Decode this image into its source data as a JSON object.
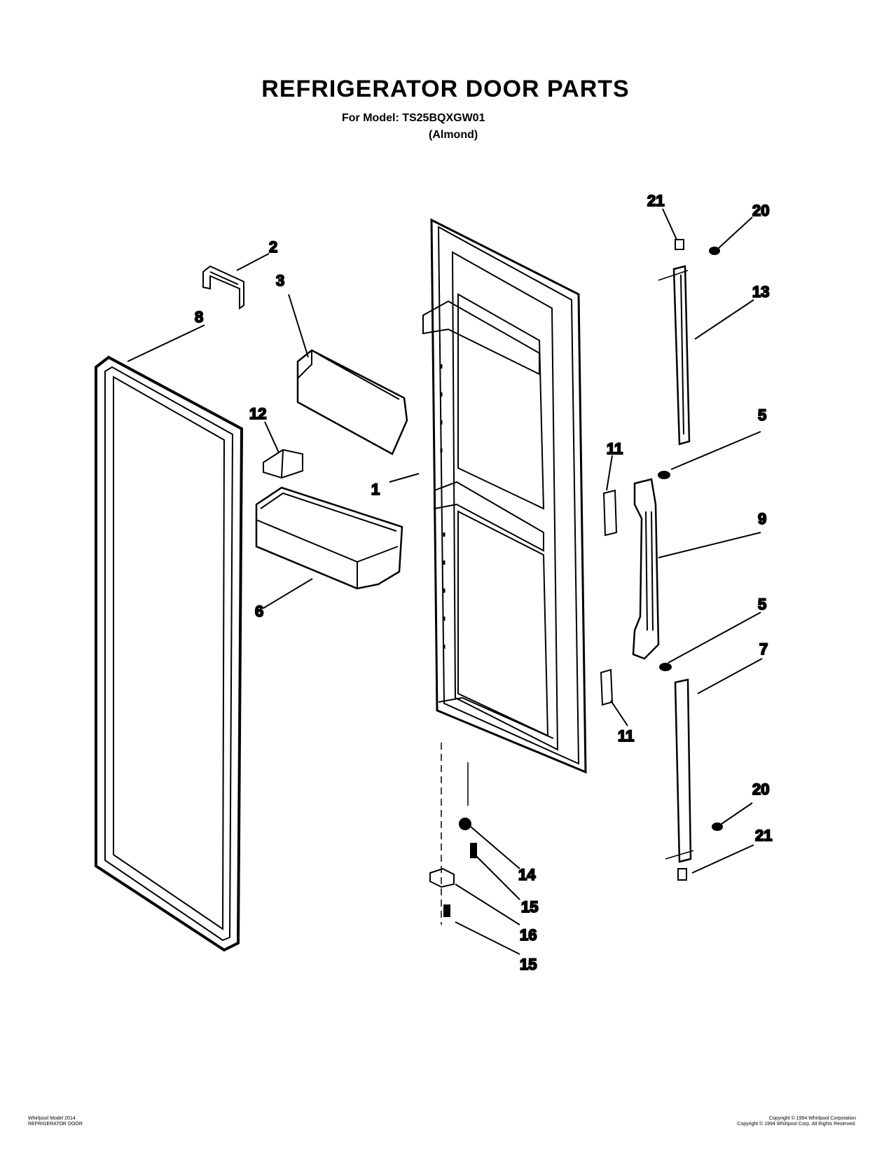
{
  "header": {
    "title": "REFRIGERATOR DOOR PARTS",
    "model_line": "For Model: TS25BQXGW01",
    "color_line": "(Almond)"
  },
  "callouts": {
    "c1": "1",
    "c2": "2",
    "c3": "3",
    "c5a": "5",
    "c5b": "5",
    "c6": "6",
    "c7": "7",
    "c8": "8",
    "c9": "9",
    "c11a": "11",
    "c11b": "11",
    "c12": "12",
    "c13": "13",
    "c14": "14",
    "c15a": "15",
    "c15b": "15",
    "c16": "16",
    "c20a": "20",
    "c20b": "20",
    "c21a": "21",
    "c21b": "21"
  },
  "footer": {
    "left_line1": "Whirlpool Model 2014",
    "left_line2": "REFRIGERATOR DOOR",
    "right_line1": "Copyright © 1994 Whirlpool Corporation",
    "right_line2": "Copyright © 1994 Whirlpool Corp. All Rights Reserved."
  }
}
